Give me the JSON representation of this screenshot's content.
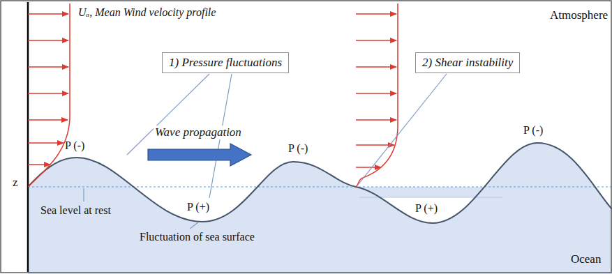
{
  "diagram": {
    "nodes": [
      {
        "text": [
          "1) Pressure fluctuations"
        ]
      },
      {
        "text": [
          "2) Shear instability"
        ]
      }
    ],
    "labels": [
      "Uₐ, Mean Wind velocity profile",
      "Atmosphere",
      "Wave propagation",
      "P (-)",
      "P (-)",
      "P (-)",
      "P (+)",
      "P (+)",
      "z",
      "Sea level at rest",
      "Fluctuation of sea surface",
      "Ocean"
    ]
  }
}
